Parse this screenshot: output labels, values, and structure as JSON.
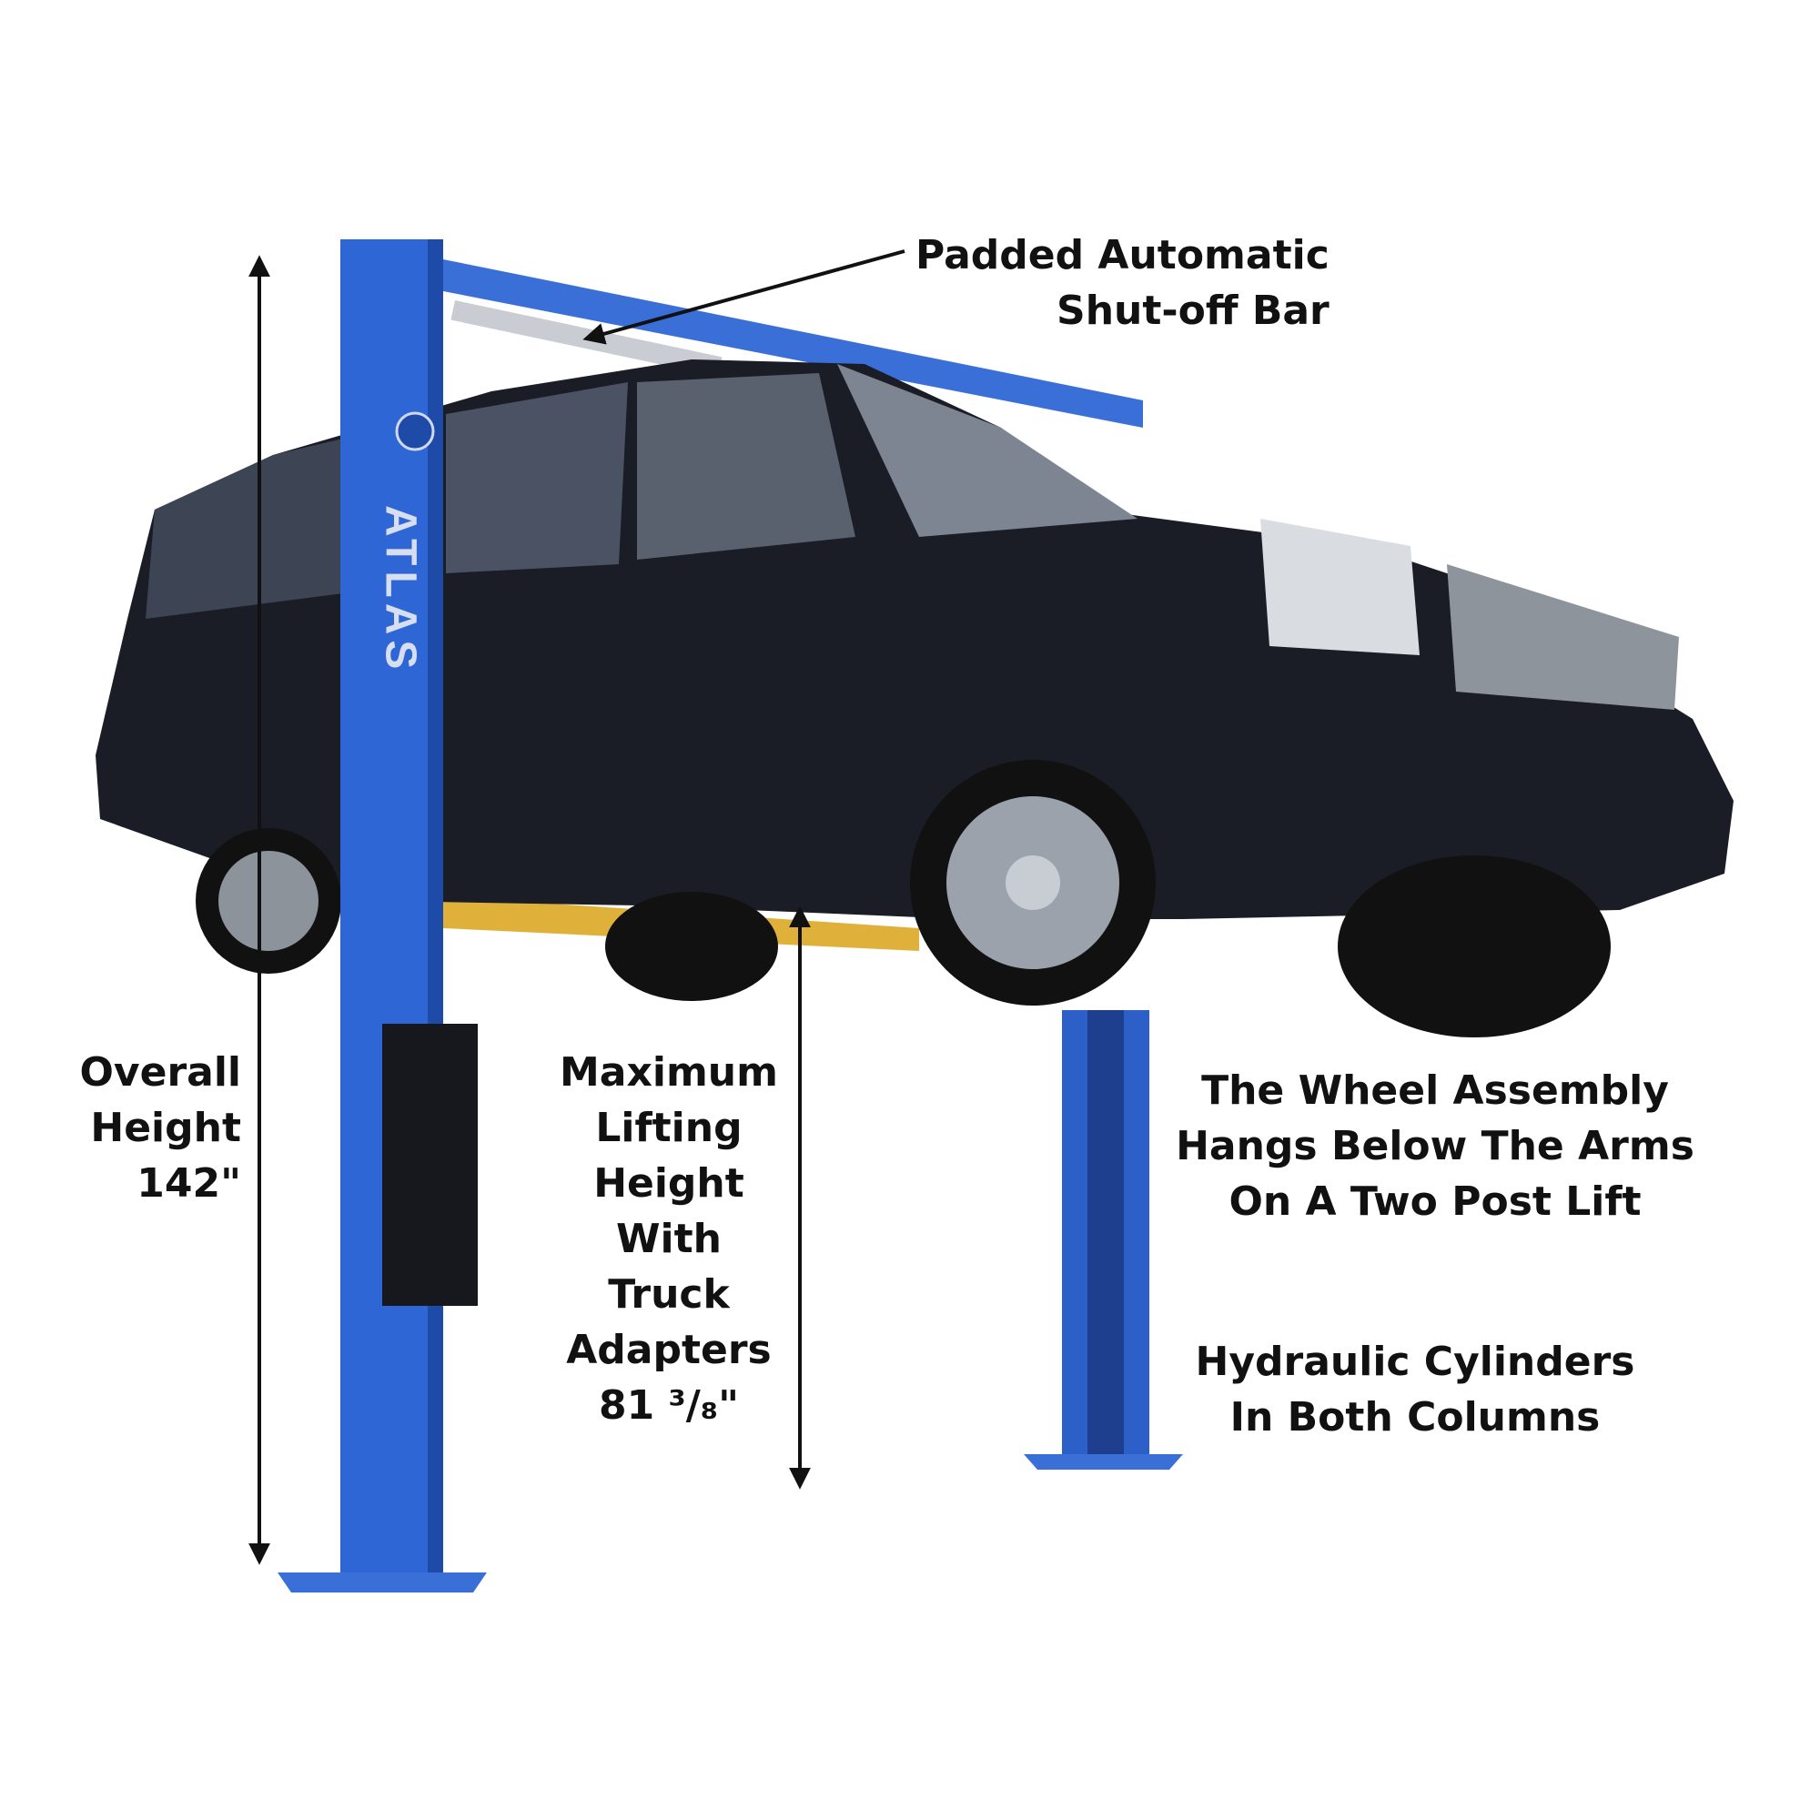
{
  "colors": {
    "post_blue": "#2f66d6",
    "arm_yellow": "#e0b13a",
    "car_body": "#1a1d26",
    "text": "#111111"
  },
  "post_logo": "ATLAS",
  "callouts": {
    "shutoff_bar": [
      "Padded Automatic",
      "Shut-off Bar"
    ],
    "overall_height": [
      "Overall",
      "Height",
      "142\""
    ],
    "max_lifting_height": [
      "Maximum",
      "Lifting",
      "Height",
      "With",
      "Truck",
      "Adapters",
      "81 ³/₈\""
    ],
    "wheel_assembly": [
      "The Wheel Assembly",
      "Hangs Below The Arms",
      "On A Two Post Lift"
    ],
    "hydraulic": [
      "Hydraulic Cylinders",
      "In Both Columns"
    ]
  }
}
